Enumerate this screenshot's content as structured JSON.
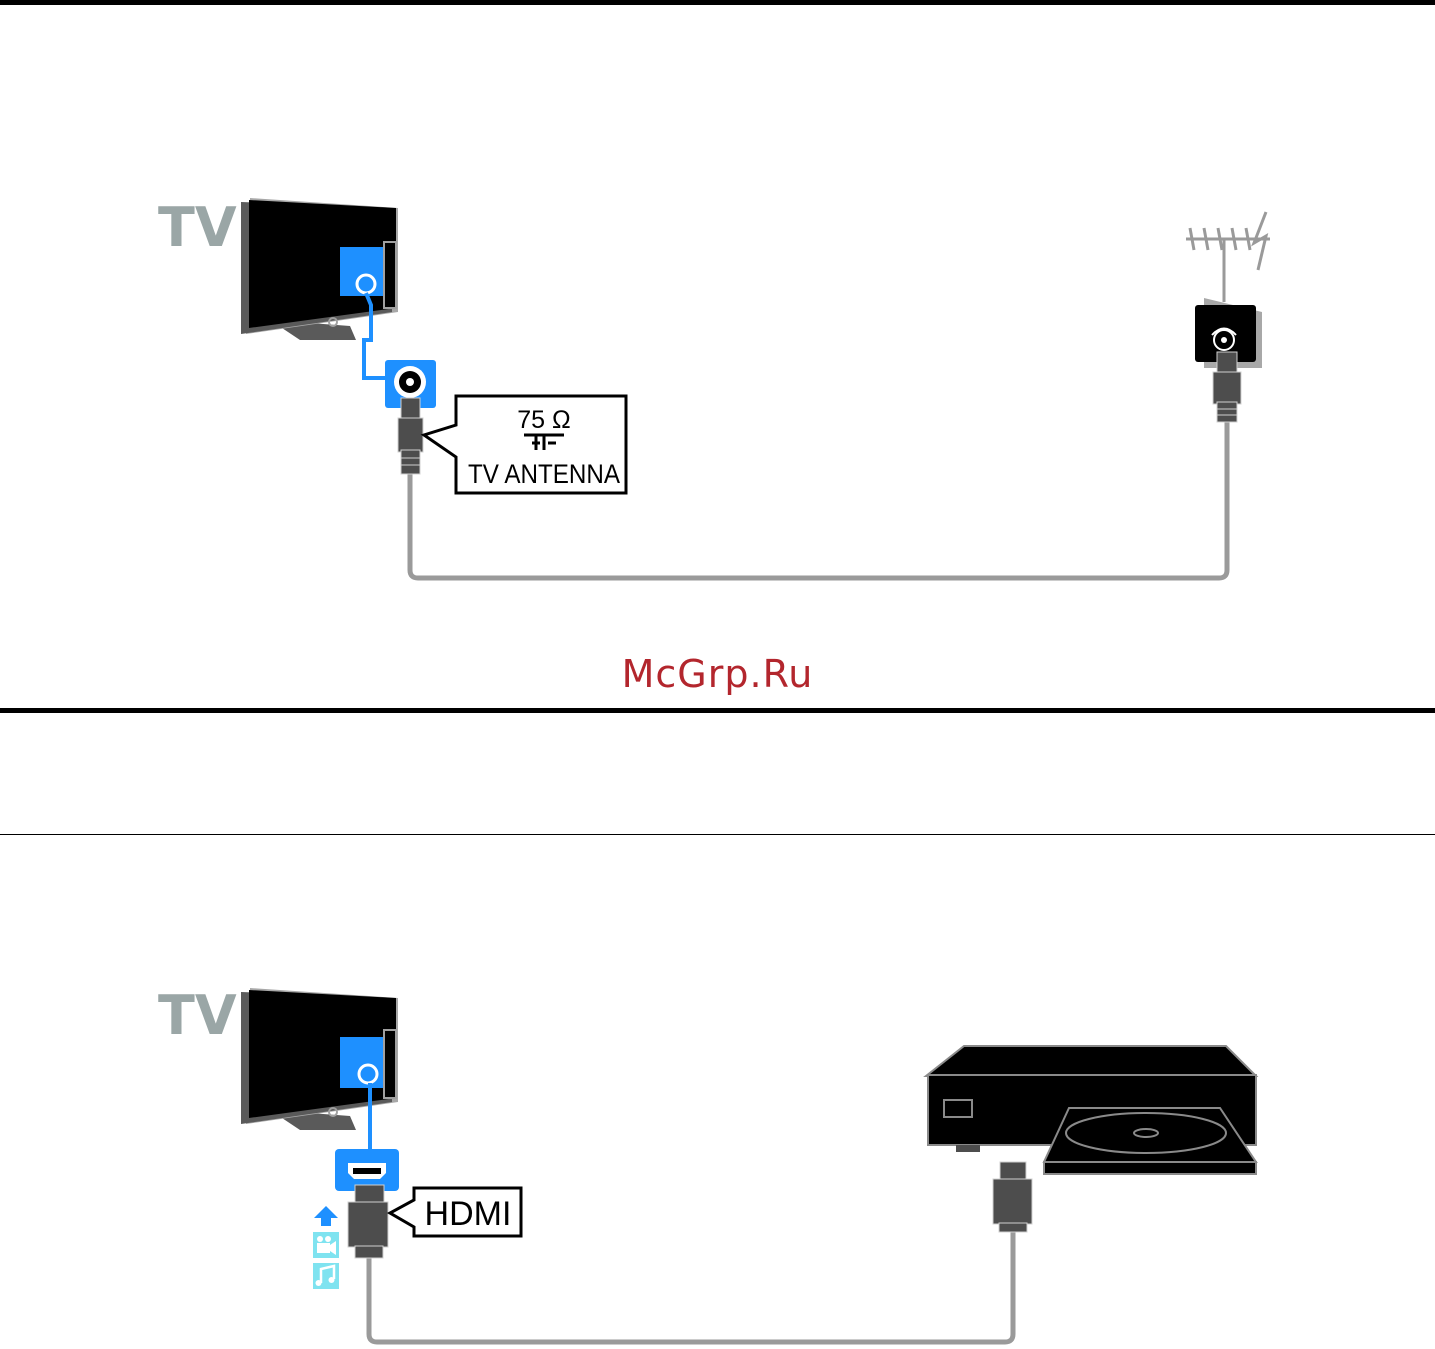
{
  "diagrams": [
    {
      "device_label": "TV",
      "callout": {
        "line1": "75 Ω",
        "line2": "TV ANTENNA"
      },
      "source_icon": "antenna-icon",
      "wall_socket_icon": "wall-socket-icon"
    },
    {
      "device_label": "TV",
      "callout": {
        "line1": "HDMI"
      },
      "source_icon": "disc-player-icon",
      "signal_icons": [
        "arrow-up-icon",
        "video-icon",
        "music-note-icon"
      ]
    }
  ],
  "watermark": "McGrp.Ru",
  "colors": {
    "port_blue": "#1e90ff",
    "cable_grey": "#9a9a9a",
    "plug_grey": "#4d4d4d",
    "tv_label_grey": "#9aa6a6",
    "signal_icon_cyan": "#7fe3f0",
    "watermark_red": "#b3262d"
  }
}
